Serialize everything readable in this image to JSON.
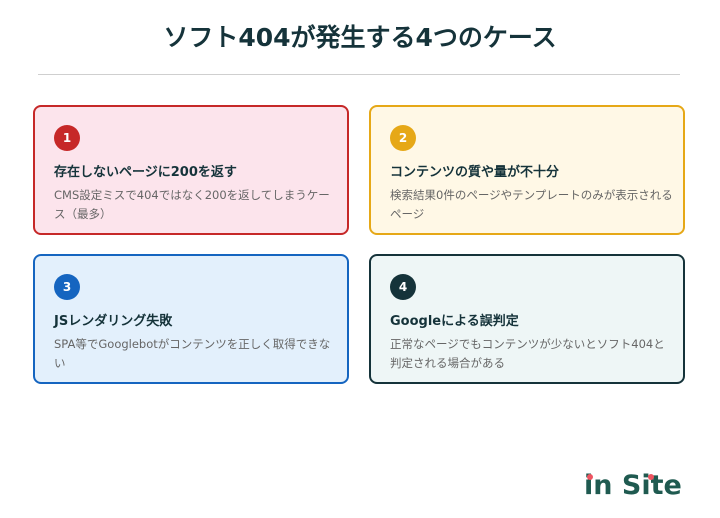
{
  "header": {
    "title": "ソフト404が発生する4つのケース"
  },
  "cases": [
    {
      "number": "1",
      "title": "存在しないページに200を返す",
      "description": "CMS設定ミスで404ではなく200を返してしまうケース（最多）",
      "accent": "#c62828",
      "background": "#fce4ec"
    },
    {
      "number": "2",
      "title": "コンテンツの質や量が不十分",
      "description": "検索結果0件のページやテンプレートのみが表示されるページ",
      "accent": "#e6a817",
      "background": "#fff8e6"
    },
    {
      "number": "3",
      "title": "JSレンダリング失敗",
      "description": "SPA等でGooglebotがコンテンツを正しく取得できない",
      "accent": "#1565c0",
      "background": "#e3f0fc"
    },
    {
      "number": "4",
      "title": "Googleによる誤判定",
      "description": "正常なページでもコンテンツが少ないとソフト404と判定される場合がある",
      "accent": "#15333a",
      "background": "#eef6f6"
    }
  ],
  "logo": {
    "text": "in Site",
    "color": "#1f5a50",
    "dot_color": "#ee5461"
  }
}
